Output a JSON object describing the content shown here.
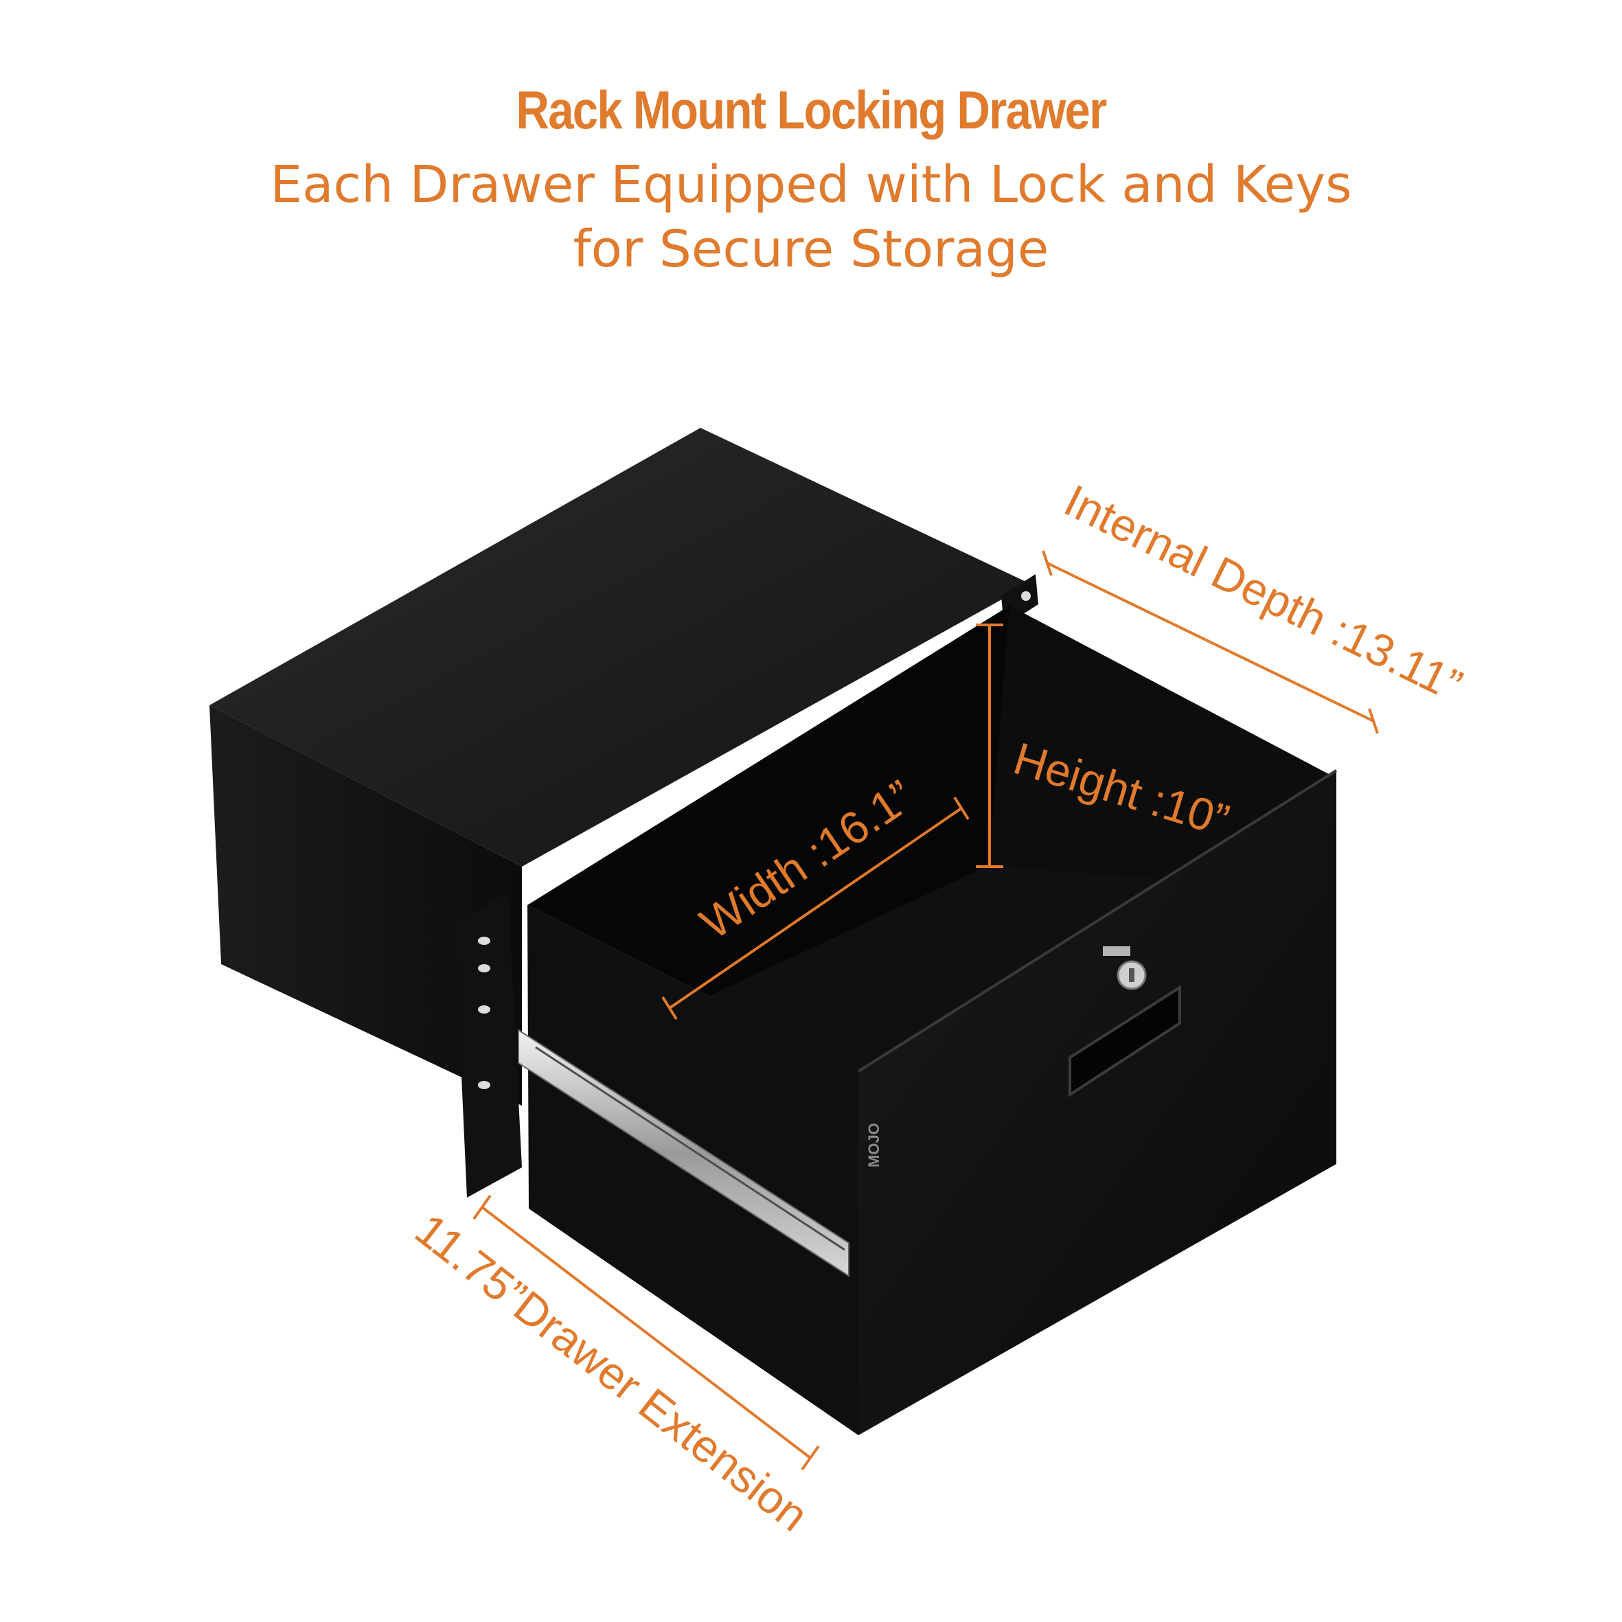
{
  "header": {
    "title": "Rack Mount Locking Drawer",
    "subtitle_line1": "Each Drawer Equipped with Lock and Keys",
    "subtitle_line2": "for Secure Storage"
  },
  "dimensions": {
    "depth_label": "Internal Depth :13.11”",
    "height_label": "Height :10”",
    "width_label": "Width :16.1”",
    "extension_label": "11.75”Drawer Extension"
  },
  "product": {
    "brand_logo": "MOJO"
  },
  "colors": {
    "accent": "#e07a2d",
    "body": "#0e0e0e",
    "background": "#ffffff"
  }
}
